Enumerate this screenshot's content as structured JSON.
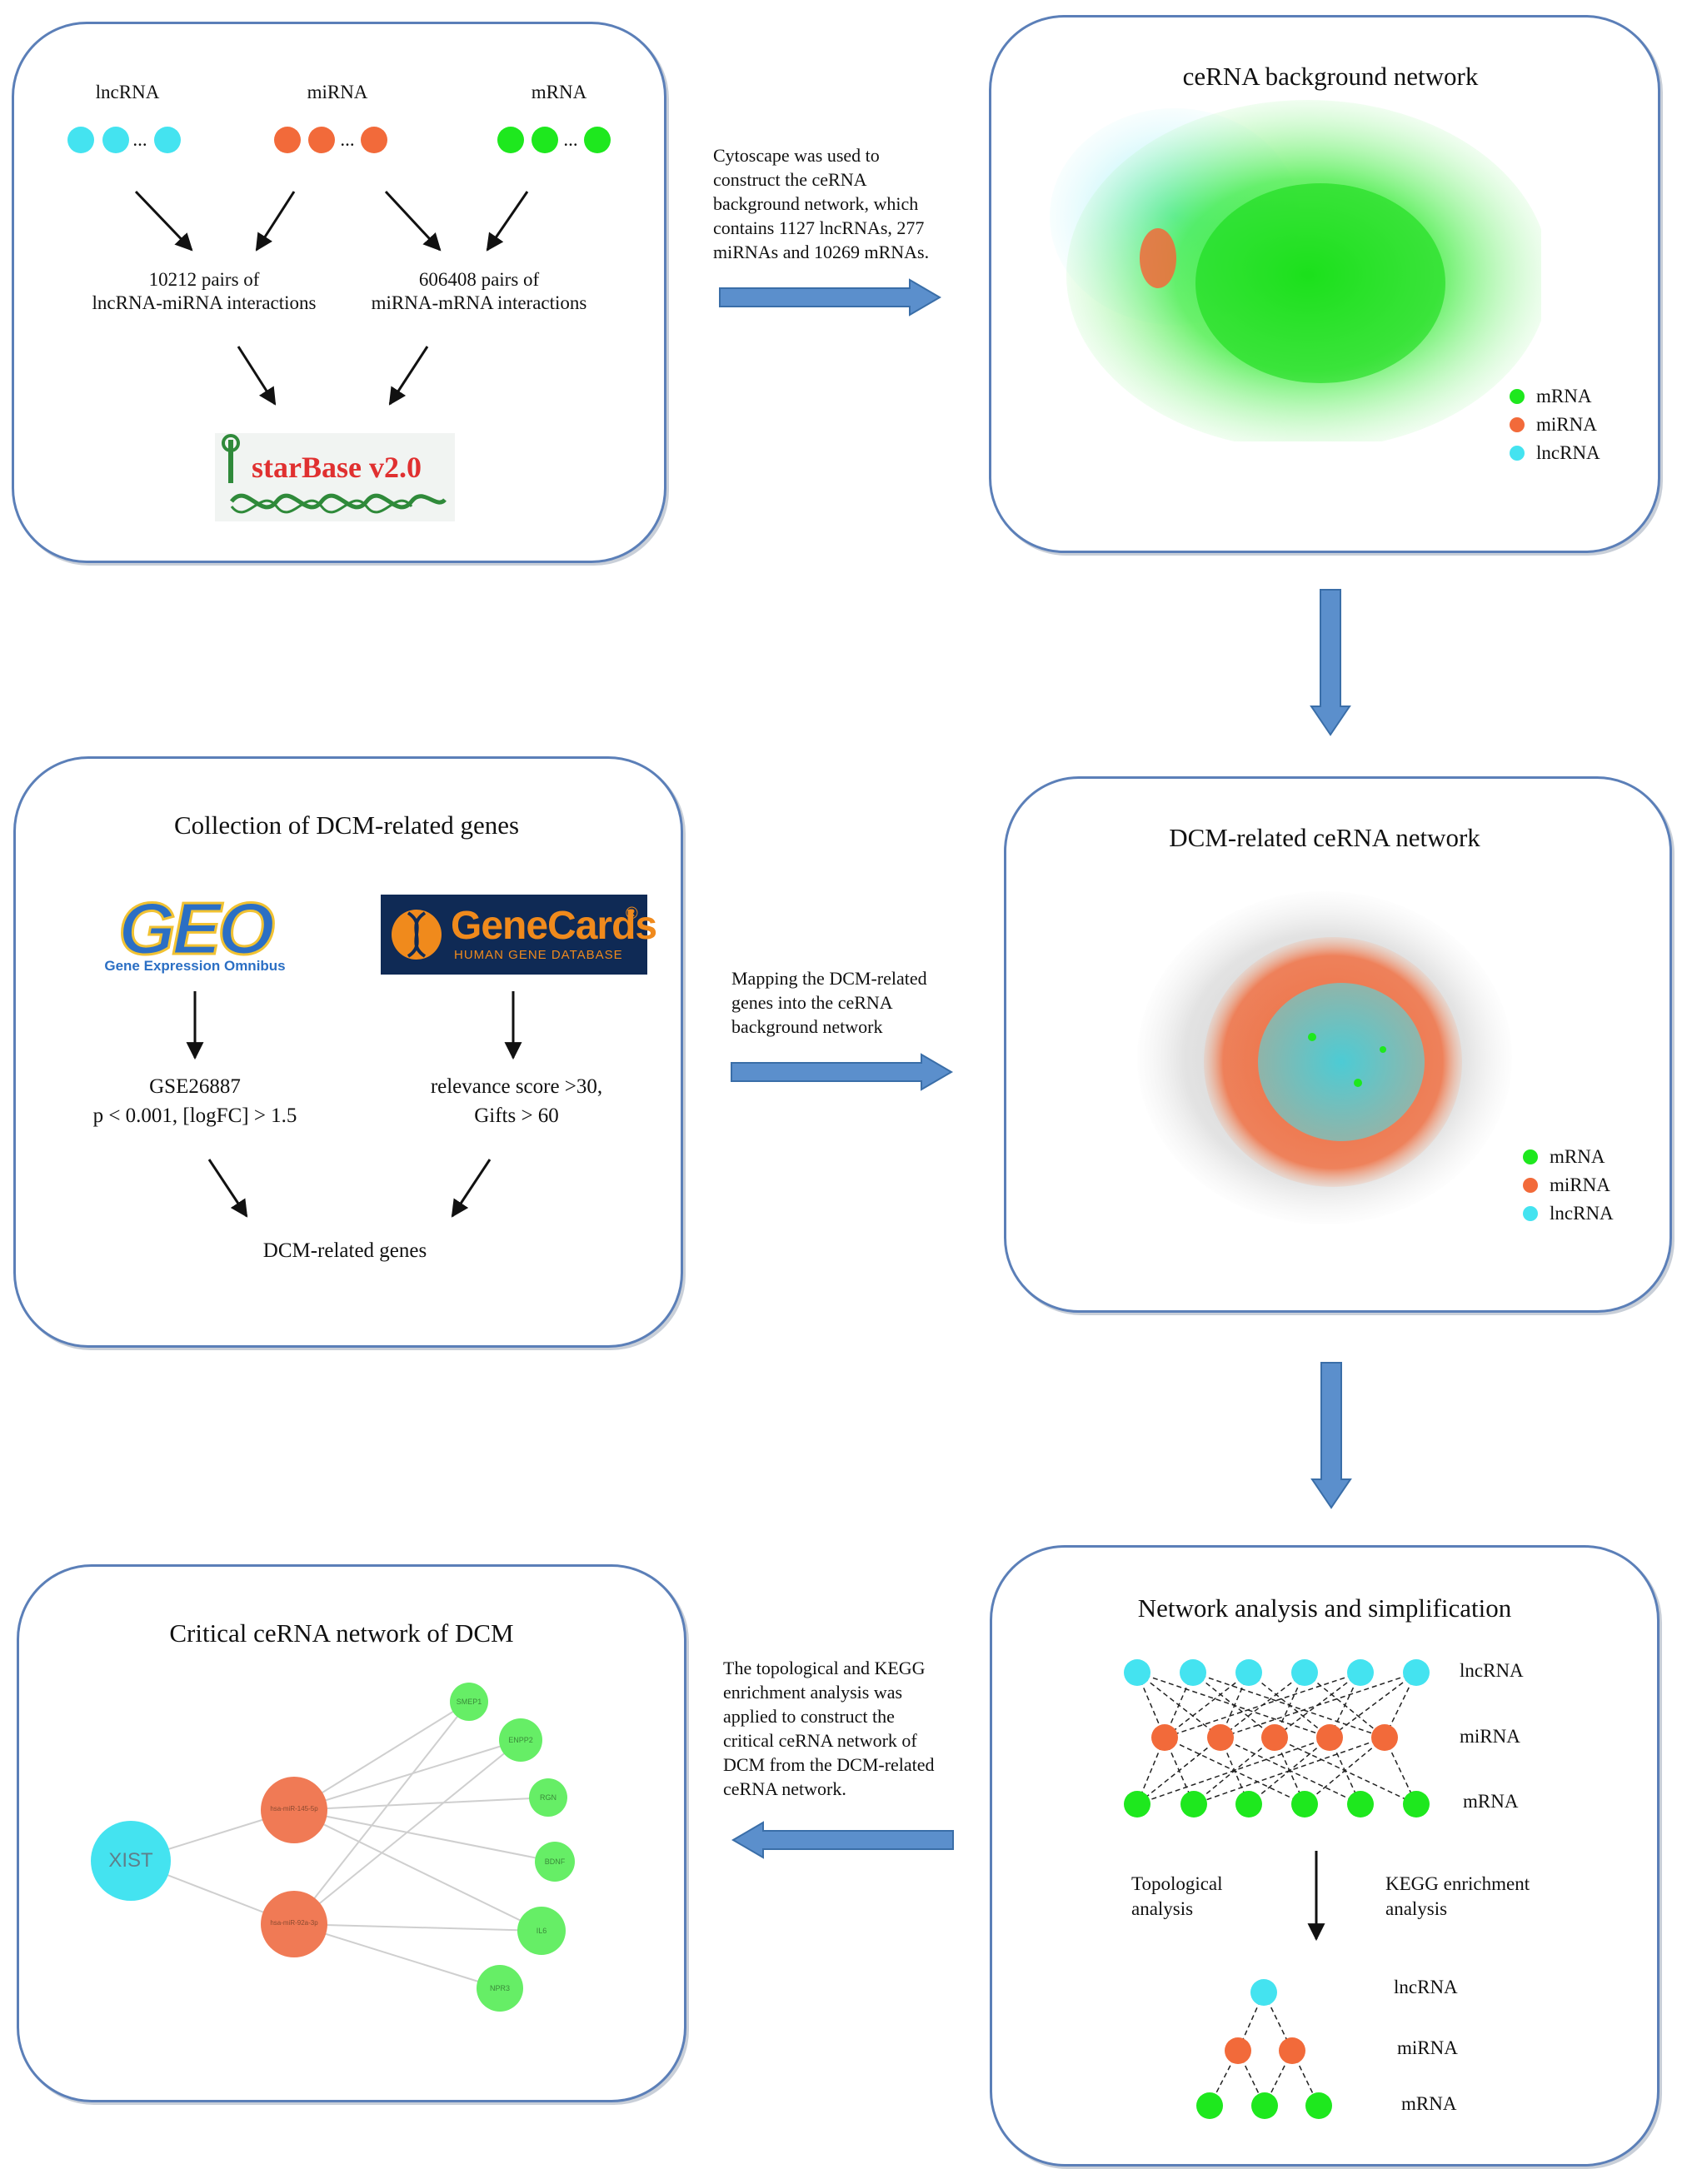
{
  "colors": {
    "lncrna": "#44e3f0",
    "mirna": "#f26a3a",
    "mrna": "#1ee81e",
    "arrow": "#5b8fcc",
    "border": "#5b7fb8"
  },
  "panel1": {
    "lncrna_label": "lncRNA",
    "mirna_label": "miRNA",
    "mrna_label": "mRNA",
    "ellipsis": "...",
    "pairs_left_1": "10212 pairs of",
    "pairs_left_2": "lncRNA-miRNA interactions",
    "pairs_right_1": "606408 pairs of",
    "pairs_right_2": "miRNA-mRNA interactions",
    "logo_text": "starBase v2.0"
  },
  "flow1": {
    "lines": [
      "Cytoscape was used to",
      "construct the ceRNA",
      "background network, which",
      "contains 1127 lncRNAs, 277",
      "miRNAs and 10269 mRNAs."
    ]
  },
  "panel2": {
    "title": "ceRNA background network",
    "legend": [
      "mRNA",
      "miRNA",
      "lncRNA"
    ]
  },
  "panel3": {
    "title": "Collection of DCM-related genes",
    "geo_logo": "GEO",
    "geo_sub": "Gene Expression Omnibus",
    "genecards_logo": "GeneCards",
    "genecards_reg": "®",
    "genecards_sub": "HUMAN GENE DATABASE",
    "left_1": "GSE26887",
    "left_2": "p < 0.001, [logFC] > 1.5",
    "right_1": "relevance score >30,",
    "right_2": "Gifts > 60",
    "result": "DCM-related genes"
  },
  "flow2": {
    "lines": [
      "Mapping the DCM-related",
      "genes into the ceRNA",
      "background network"
    ]
  },
  "panel4": {
    "title": "DCM-related ceRNA network",
    "legend": [
      "mRNA",
      "miRNA",
      "lncRNA"
    ]
  },
  "panel5": {
    "title": "Network analysis and simplification",
    "row_labels": [
      "lncRNA",
      "miRNA",
      "mRNA"
    ],
    "topo_1": "Topological",
    "topo_2": "analysis",
    "kegg_1": "KEGG enrichment",
    "kegg_2": "analysis",
    "small_labels": [
      "lncRNA",
      "miRNA",
      "mRNA"
    ]
  },
  "flow3": {
    "lines": [
      "The topological and KEGG",
      "enrichment analysis was",
      "applied to construct the",
      "critical ceRNA network of",
      "DCM from the DCM-related",
      "ceRNA  network."
    ]
  },
  "panel6": {
    "title": "Critical ceRNA network of DCM",
    "hub": "XIST",
    "mirna_nodes": [
      "hsa-miR-145-5p",
      "hsa-miR-92a-3p"
    ],
    "mrna_nodes": [
      "SMEP1",
      "ENPP2",
      "RGN",
      "BDNF",
      "IL6",
      "NPR3"
    ]
  }
}
